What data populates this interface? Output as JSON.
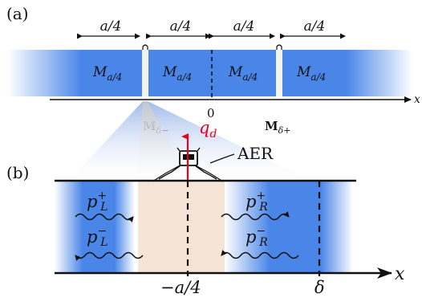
{
  "panel_a": {
    "tag": "(a)",
    "segment_widths": [
      "a/4",
      "a/4",
      "a/4",
      "a/4"
    ],
    "blocks": [
      {
        "base": "M",
        "sub": "a/4"
      },
      {
        "base": "M",
        "sub": "a/4"
      },
      {
        "base": "M",
        "sub": "a/4"
      },
      {
        "base": "M",
        "sub": "a/4"
      }
    ],
    "defect_left": {
      "base": "M",
      "sub": "δ−"
    },
    "defect_right": {
      "base": "M",
      "sub": "δ+"
    },
    "origin_label": "0",
    "axis_label": "x"
  },
  "panel_b": {
    "tag": "(b)",
    "device_label": "AER",
    "flux_label": {
      "base": "q",
      "sub": "d"
    },
    "waves": {
      "left_plus": {
        "base": "p",
        "sup": "+",
        "sub": "L"
      },
      "left_minus": {
        "base": "p",
        "sup": "−",
        "sub": "L"
      },
      "right_plus": {
        "base": "p",
        "sup": "+",
        "sub": "R"
      },
      "right_minus": {
        "base": "p",
        "sup": "−",
        "sub": "R"
      }
    },
    "tick_left": "−a/4",
    "tick_right": "δ",
    "axis_label": "x"
  },
  "colors": {
    "blue": "#4a86e8",
    "beige": "#f6e5d6",
    "red": "#e8001c"
  }
}
